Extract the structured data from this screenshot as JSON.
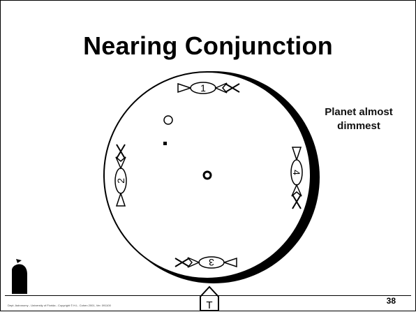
{
  "slide": {
    "title": "Nearing Conjunction",
    "note": "Planet almost dimmest",
    "footer": "Dept. Astronomy  - University of Florida  - Copyright ©  H.L. Cohen 2001, Ver. 091100",
    "page_number": "38"
  },
  "diagram": {
    "positions": [
      "1",
      "2",
      "3",
      "4"
    ],
    "observer_label": "T"
  },
  "colors": {
    "ink": "#000000",
    "background": "#ffffff"
  }
}
